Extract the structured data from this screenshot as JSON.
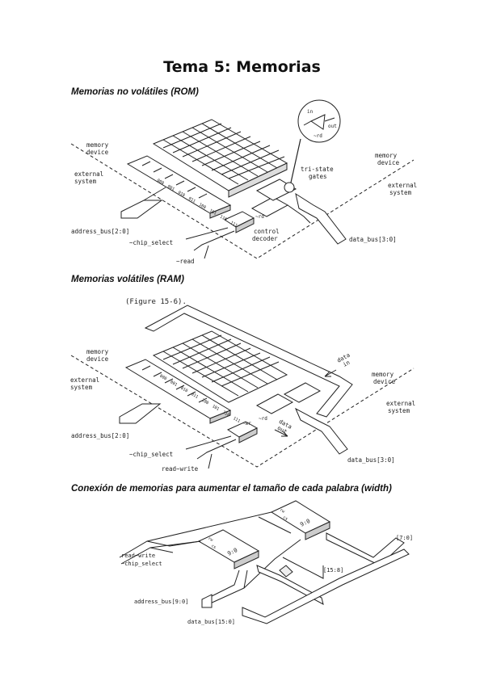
{
  "page": {
    "title": "Tema 5: Memorias"
  },
  "sections": [
    {
      "heading": "Memorias no volátiles (ROM)",
      "labels": {
        "memory_device_left": "memory\ndevice",
        "external_system_left": "external\nsystem",
        "memory_device_right": "memory\ndevice",
        "external_system_right": "external\nsystem",
        "tri_state": "tri-state\ngates",
        "control_decoder": "control\ndecoder",
        "address_bus": "address_bus[2:0]",
        "chip_select": "~chip_select",
        "read": "~read",
        "data_bus": "data_bus[3:0]",
        "inset_in": "in",
        "inset_out": "out",
        "inset_rd": "~rd",
        "rd": "~rd",
        "addresses": [
          "000",
          "001",
          "010",
          "011",
          "100",
          "101",
          "110",
          "111"
        ]
      }
    },
    {
      "heading": "Memorias volátiles (RAM)",
      "labels": {
        "figure_ref": "(Figure 15-6).",
        "memory_device_left": "memory\ndevice",
        "external_system_left": "external\nsystem",
        "memory_device_right": "memory\ndevice",
        "external_system_right": "external\nsystem",
        "data_in": "data\nin",
        "data_out": "data\nout",
        "address_bus": "address_bus[2:0]",
        "chip_select": "~chip_select",
        "read_write": "read~write",
        "data_bus": "data_bus[3:0]",
        "wr": "~wr",
        "rd": "~rd",
        "addresses": [
          "000",
          "001",
          "010",
          "011",
          "100",
          "101",
          "110",
          "111"
        ]
      }
    },
    {
      "heading": "Conexión de memorias para aumentar el tamaño de cada palabra (width)",
      "labels": {
        "read_write": "read~write",
        "chip_select": "~chip_select",
        "address_bus": "address_bus[9:0]",
        "data_bus": "data_bus[15:0]",
        "bus_high": "[15:8]",
        "bus_low": "[7:0]",
        "chip_a_range": "9:0",
        "chip_b_range": "9:0",
        "chip_rw": "rw",
        "chip_cs": "cs"
      }
    }
  ]
}
